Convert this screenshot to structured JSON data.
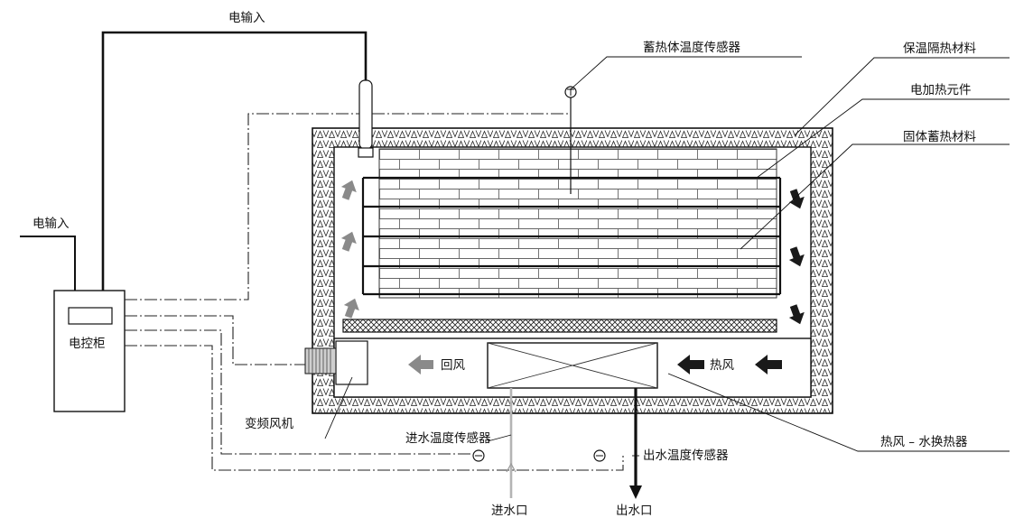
{
  "labels": {
    "power_input_top": "电输入",
    "power_input_left": "电输入",
    "control_cabinet": "电控柜",
    "storage_temp_sensor": "蓄热体温度传感器",
    "insulation_material": "保温隔热材料",
    "electric_heater": "电加热元件",
    "solid_storage_material": "固体蓄热材料",
    "return_air": "回风",
    "hot_air": "热风",
    "vfd_fan": "变频风机",
    "inlet_temp_sensor": "进水温度传感器",
    "outlet_temp_sensor": "出水温度传感器",
    "heat_exchanger": "热风 – 水换热器",
    "water_inlet": "进水口",
    "water_outlet": "出水口"
  },
  "colors": {
    "line": "#111111",
    "arrow_gray": "#8a8a8a",
    "arrow_dark": "#1a1a1a",
    "inlet_pipe": "#b4b4b4"
  }
}
